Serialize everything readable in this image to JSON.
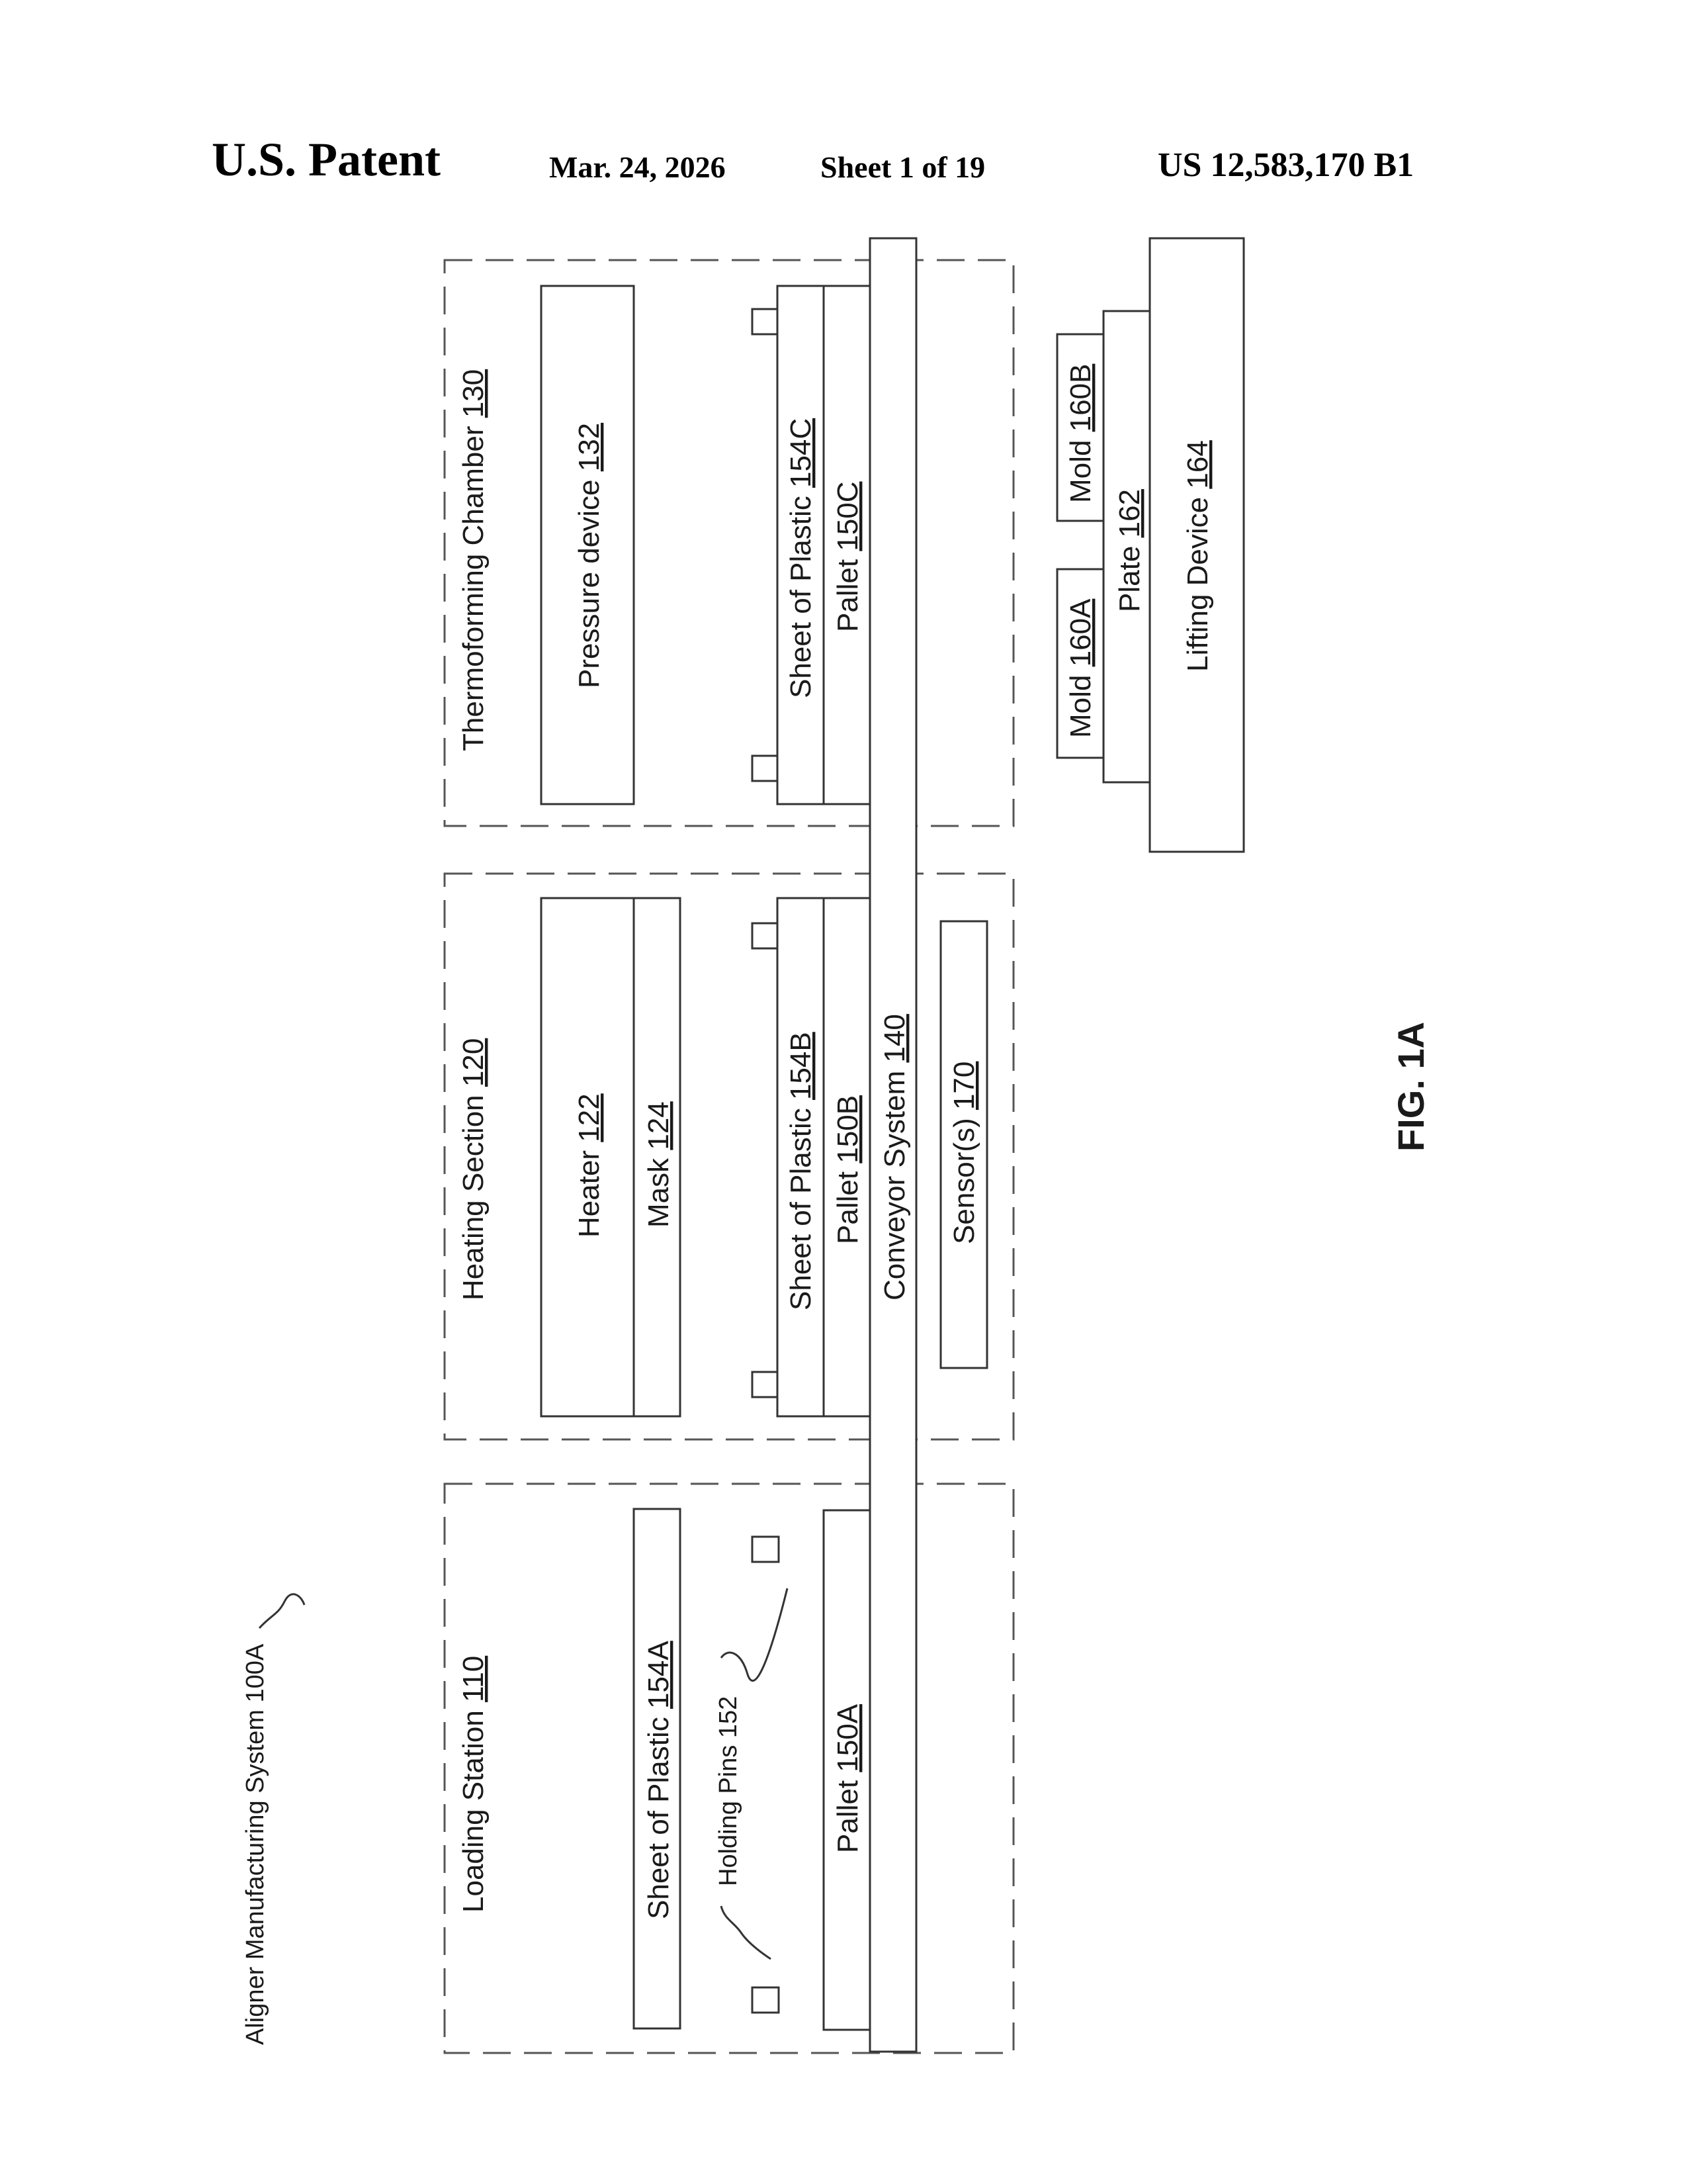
{
  "header": {
    "title": "U.S. Patent",
    "date": "Mar. 24, 2026",
    "sheet": "Sheet 1 of 19",
    "pub_number": "US 12,583,170 B1"
  },
  "system_label": "Aligner Manufacturing System 100A",
  "loading_station": {
    "label": "Loading Station",
    "ref": "110",
    "sheet_label": "Sheet of Plastic",
    "sheet_ref": "154A",
    "pallet_label": "Pallet",
    "pallet_ref": "150A",
    "pins_label": "Holding Pins 152"
  },
  "heating_section": {
    "label": "Heating Section",
    "ref": "120",
    "heater_label": "Heater",
    "heater_ref": "122",
    "mask_label": "Mask",
    "mask_ref": "124",
    "sheet_label": "Sheet of Plastic",
    "sheet_ref": "154B",
    "pallet_label": "Pallet",
    "pallet_ref": "150B"
  },
  "thermoforming_chamber": {
    "label": "Thermoforming Chamber",
    "ref": "130",
    "pressure_label": "Pressure device",
    "pressure_ref": "132",
    "sheet_label": "Sheet of Plastic",
    "sheet_ref": "154C",
    "pallet_label": "Pallet",
    "pallet_ref": "150C"
  },
  "conveyor": {
    "label": "Conveyor System",
    "ref": "140"
  },
  "sensors": {
    "label": "Sensor(s)",
    "ref": "170"
  },
  "mold_assembly": {
    "mold_a_label": "Mold",
    "mold_a_ref": "160A",
    "mold_b_label": "Mold",
    "mold_b_ref": "160B",
    "plate_label": "Plate",
    "plate_ref": "162",
    "lifting_label": "Lifting Device",
    "lifting_ref": "164"
  },
  "figure_label": "FIG. 1A"
}
